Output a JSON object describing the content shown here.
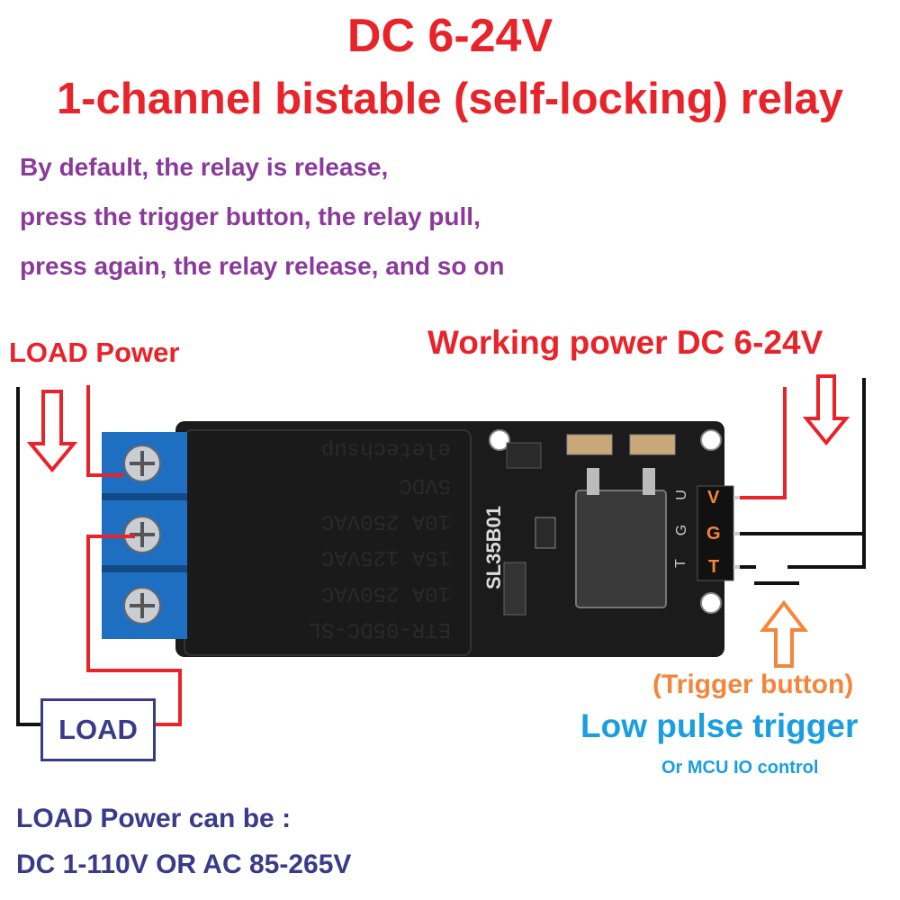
{
  "title": {
    "line1": "DC 6-24V",
    "line2": "1-channel bistable (self-locking) relay"
  },
  "description": [
    "By default, the relay is release,",
    "press the trigger button, the relay pull,",
    "press again, the relay release, and so on"
  ],
  "labels": {
    "load_power": "LOAD Power",
    "working_power": "Working power DC 6-24V",
    "trigger_button": "(Trigger button)",
    "low_pulse": "Low pulse trigger",
    "mcu": "Or MCU IO control",
    "load_box": "LOAD",
    "load_power_can_be": "LOAD Power can be :",
    "load_power_range": "DC 1-110V OR AC 85-265V"
  },
  "relay_text": [
    "ETR-05DC-SL",
    "10A 250VAC",
    "15A 125VAC",
    "10A 250VAC",
    "5VDC",
    "eletechsup"
  ],
  "module_code": "SL35B01",
  "pins": [
    "V",
    "G",
    "T"
  ],
  "silk_pins": [
    "U",
    "G",
    "T"
  ],
  "colors": {
    "red": "#e8232a",
    "purple": "#8b3a9b",
    "orange": "#f4853a",
    "blue": "#1a9ee0",
    "navy": "#3a3a8a",
    "terminal_blue": "#1e6fc2",
    "board_black": "#1b1b1b"
  }
}
